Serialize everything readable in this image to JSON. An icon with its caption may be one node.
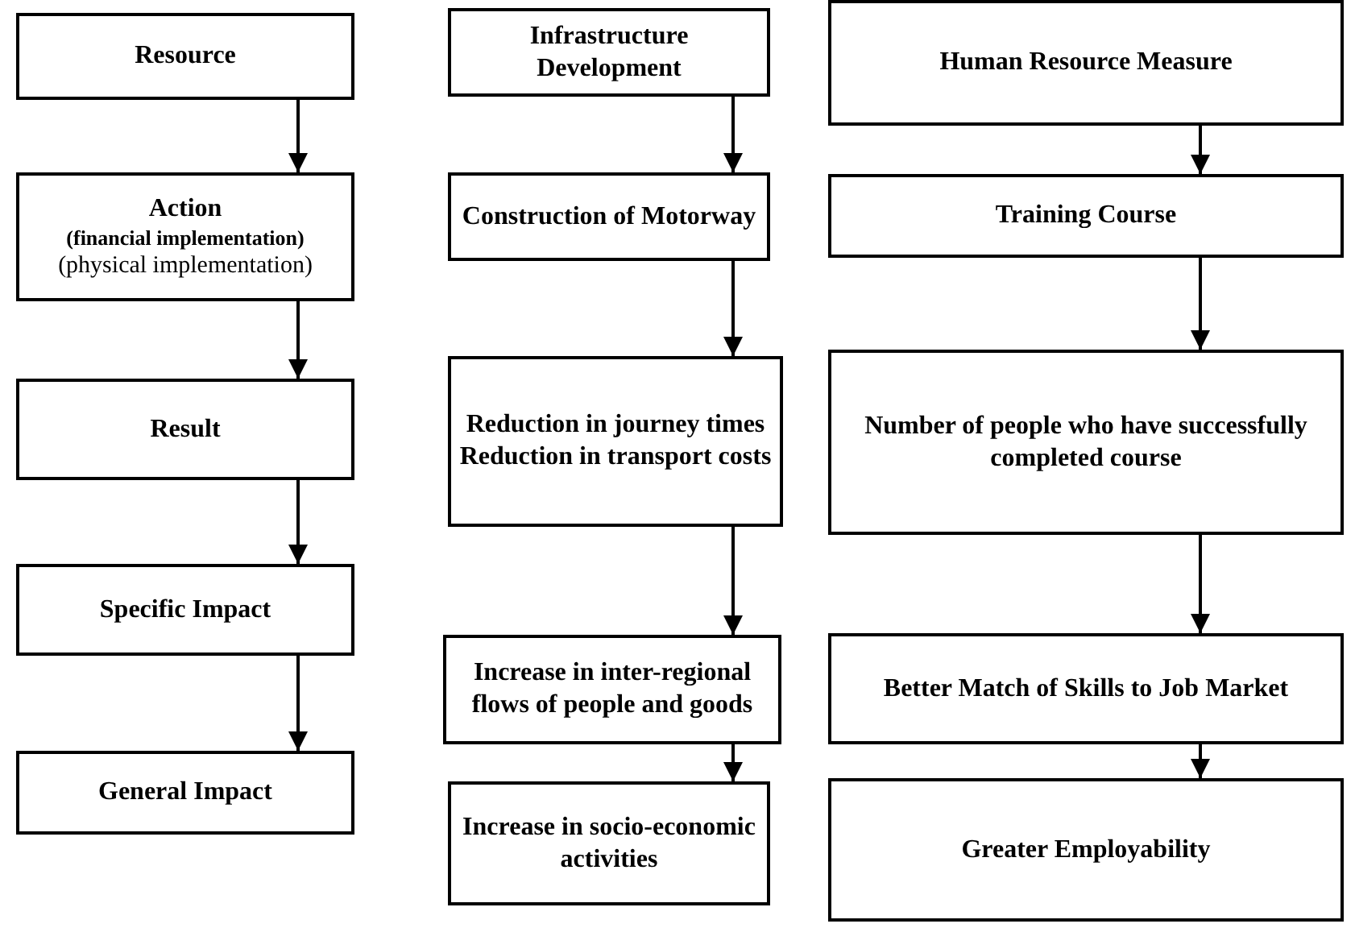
{
  "diagram": {
    "nodes": [
      {
        "text": [
          "Resource"
        ]
      },
      {
        "text": [
          "Action",
          "(financial implementation)",
          "(physical implementation)"
        ]
      },
      {
        "text": [
          "Result"
        ]
      },
      {
        "text": [
          "Specific Impact"
        ]
      },
      {
        "text": [
          "General Impact"
        ]
      },
      {
        "text": [
          "Infrastructure Development"
        ]
      },
      {
        "text": [
          "Construction of Motorway"
        ]
      },
      {
        "text": [
          "Reduction in journey times",
          "Reduction in transport costs"
        ]
      },
      {
        "text": [
          "Increase in inter-regional flows of people and goods"
        ]
      },
      {
        "text": [
          "Increase in socio-economic activities"
        ]
      },
      {
        "text": [
          "Human Resource Measure"
        ]
      },
      {
        "text": [
          "Training Course"
        ]
      },
      {
        "text": [
          "Number of people who have successfully completed course"
        ]
      },
      {
        "text": [
          "Better Match of Skills to Job Market"
        ]
      },
      {
        "text": [
          "Greater Employability"
        ]
      }
    ],
    "edges": [
      {
        "from": 0,
        "to": 1,
        "arrow": "to"
      },
      {
        "from": 1,
        "to": 2,
        "arrow": "to"
      },
      {
        "from": 2,
        "to": 3,
        "arrow": "to"
      },
      {
        "from": 3,
        "to": 4,
        "arrow": "to"
      },
      {
        "from": 5,
        "to": 6,
        "arrow": "to"
      },
      {
        "from": 6,
        "to": 7,
        "arrow": "to"
      },
      {
        "from": 7,
        "to": 8,
        "arrow": "to"
      },
      {
        "from": 8,
        "to": 9,
        "arrow": "to"
      },
      {
        "from": 10,
        "to": 11,
        "arrow": "to"
      },
      {
        "from": 11,
        "to": 12,
        "arrow": "to"
      },
      {
        "from": 12,
        "to": 13,
        "arrow": "to"
      },
      {
        "from": 13,
        "to": 14,
        "arrow": "to"
      }
    ]
  }
}
